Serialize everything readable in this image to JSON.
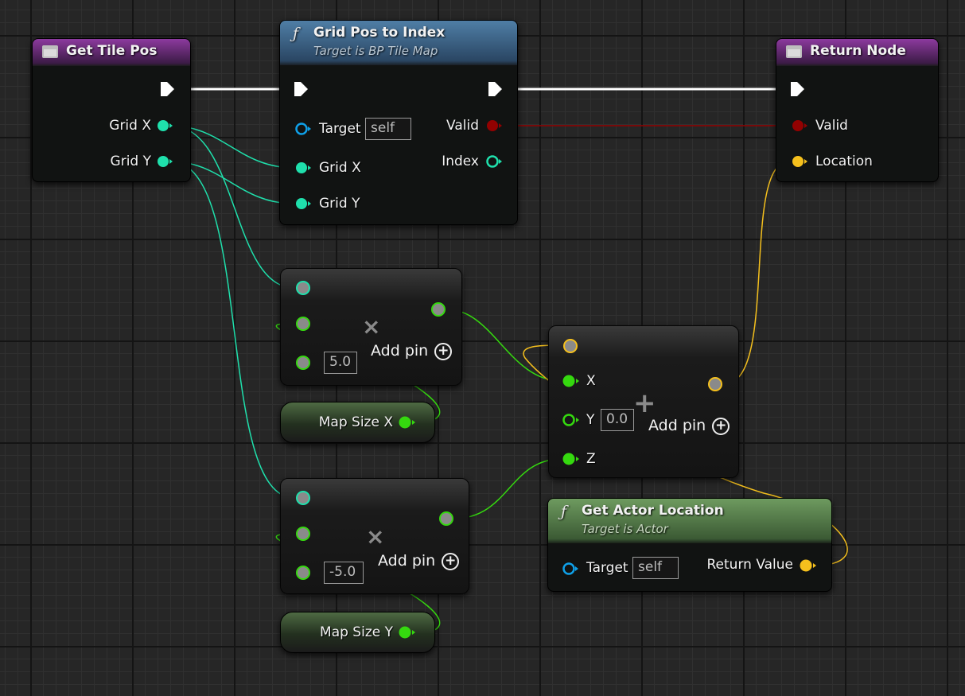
{
  "nodes": {
    "get_tile_pos": {
      "title": "Get Tile Pos",
      "outputs": [
        "Grid X",
        "Grid Y"
      ]
    },
    "grid_pos_to_index": {
      "title": "Grid Pos to Index",
      "subtitle": "Target is BP Tile Map",
      "inputs": [
        "Target",
        "Grid X",
        "Grid Y"
      ],
      "target_default": "self",
      "outputs": [
        "Valid",
        "Index"
      ]
    },
    "return_node": {
      "title": "Return Node",
      "inputs": [
        "Valid",
        "Location"
      ]
    },
    "multiply_x": {
      "operator": "×",
      "default_value": "5.0",
      "add_pin_label": "Add pin"
    },
    "multiply_y": {
      "operator": "×",
      "default_value": "-5.0",
      "add_pin_label": "Add pin"
    },
    "map_size_x": {
      "label": "Map Size X"
    },
    "map_size_y": {
      "label": "Map Size Y"
    },
    "make_vector_add": {
      "operator": "+",
      "inputs": [
        "X",
        "Y",
        "Z"
      ],
      "y_default": "0.0",
      "add_pin_label": "Add pin"
    },
    "get_actor_location": {
      "title": "Get Actor Location",
      "subtitle": "Target is Actor",
      "input_label": "Target",
      "target_default": "self",
      "output_label": "Return Value"
    }
  },
  "colors": {
    "exec": "#ffffff",
    "integer": "#1fe0ac",
    "float": "#35d90f",
    "bool": "#920101",
    "vector": "#f5c01d",
    "object": "#0fa0e8"
  },
  "icons": {
    "event": "event-icon",
    "function": "function-icon",
    "add_pin": "add-pin-icon"
  }
}
